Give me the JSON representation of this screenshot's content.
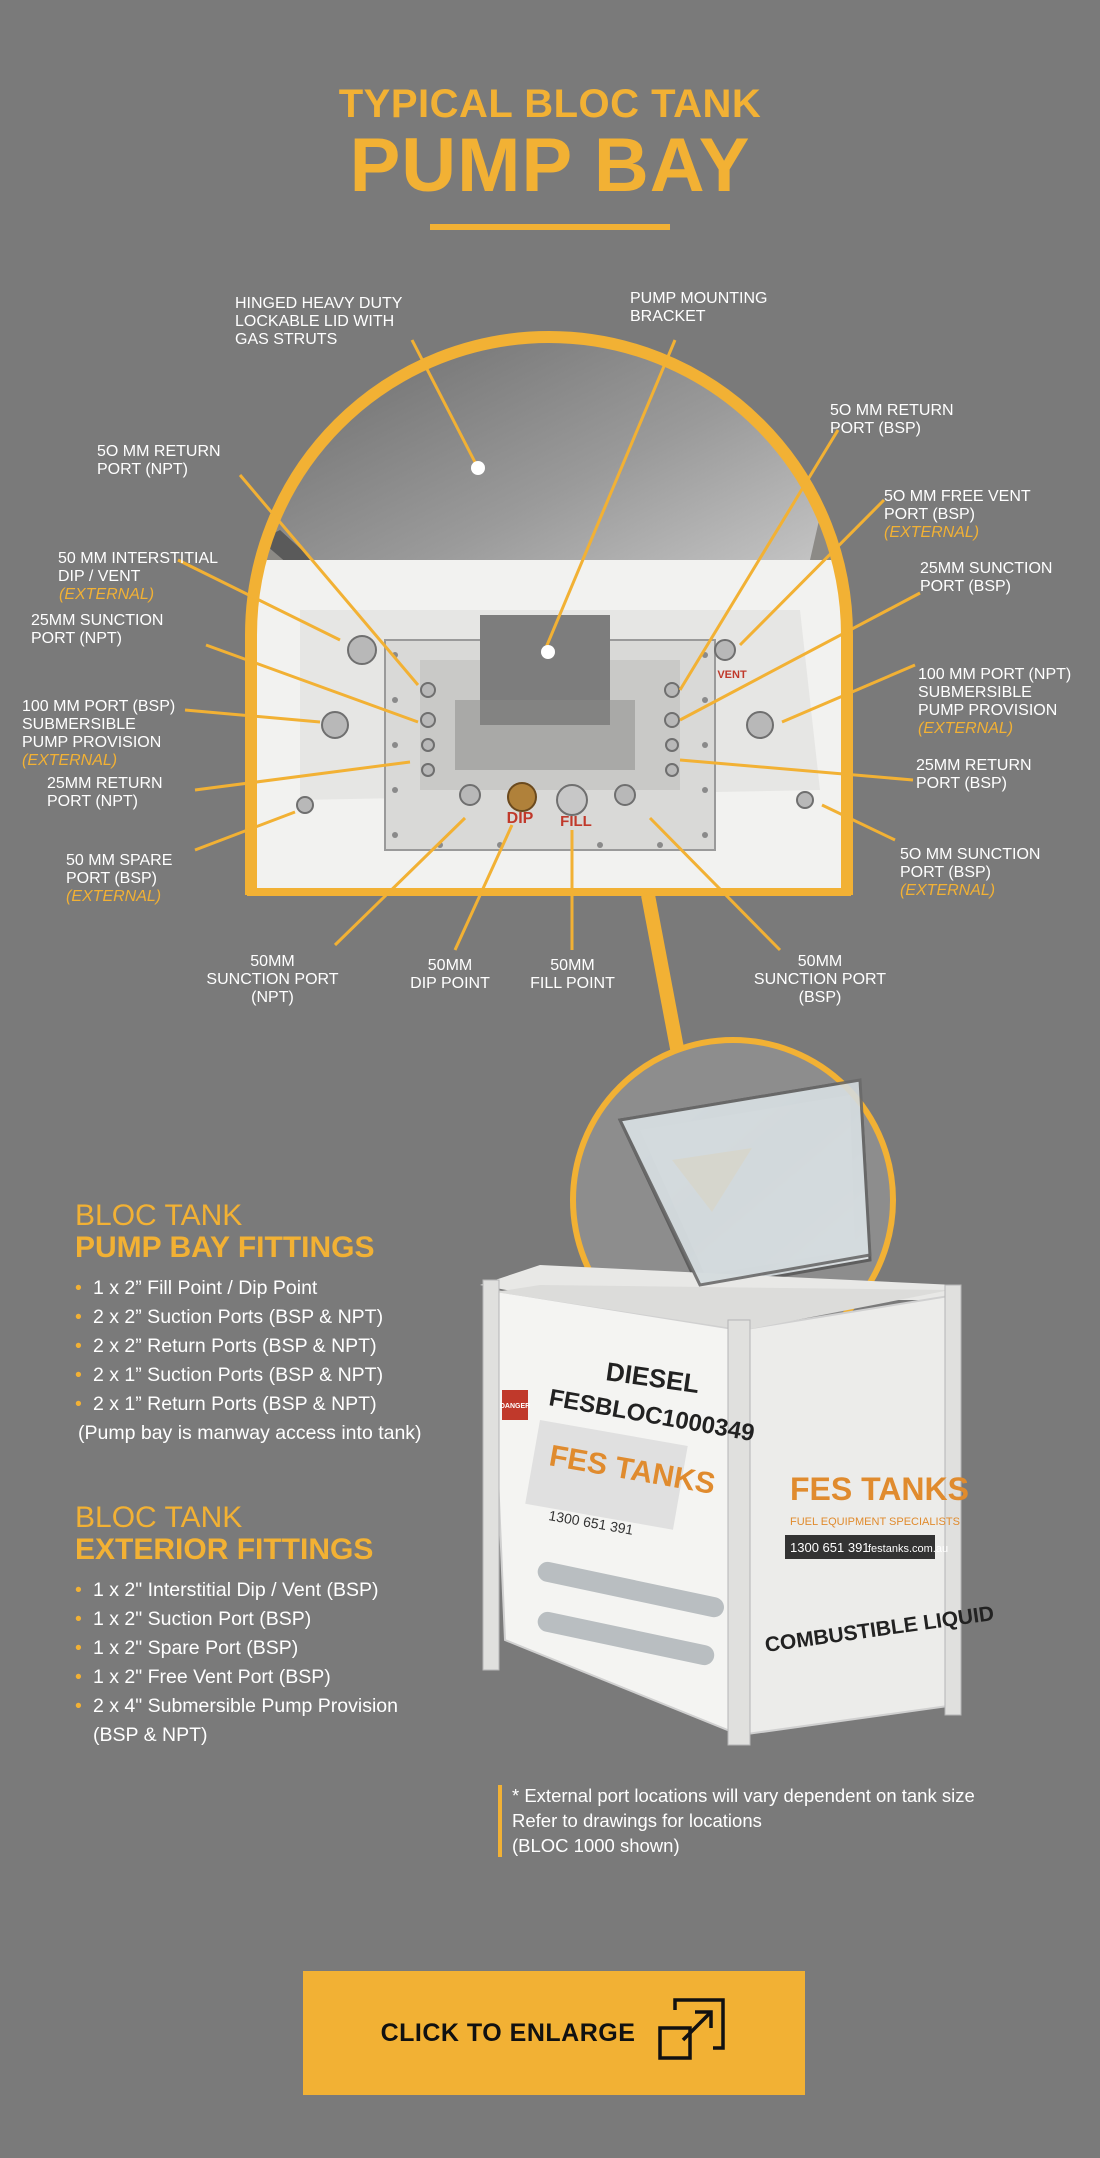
{
  "header": {
    "title_top": "TYPICAL BLOC TANK",
    "title_main": "PUMP BAY"
  },
  "callouts": {
    "lid": "HINGED HEAVY DUTY\nLOCKABLE LID WITH\nGAS STRUTS",
    "bracket": "PUMP MOUNTING\nBRACKET",
    "return_npt_50": "5O MM RETURN\nPORT (NPT)",
    "return_bsp_50": "5O MM RETURN\nPORT (BSP)",
    "interstitial": "50 MM INTERSTITIAL\nDIP / VENT",
    "interstitial_ext": "(EXTERNAL)",
    "free_vent": "5O MM FREE VENT\nPORT (BSP)",
    "free_vent_ext": "(EXTERNAL)",
    "suction_npt_25": "25MM SUNCTION\nPORT (NPT)",
    "suction_bsp_25": "25MM SUNCTION\nPORT (BSP)",
    "port_bsp_100": "100 MM PORT (BSP)\nSUBMERSIBLE\nPUMP PROVISION",
    "port_bsp_100_ext": "(EXTERNAL)",
    "port_npt_100": "100 MM PORT (NPT)\nSUBMERSIBLE\nPUMP PROVISION",
    "port_npt_100_ext": "(EXTERNAL)",
    "return_npt_25": "25MM RETURN\nPORT (NPT)",
    "return_bsp_25": "25MM RETURN\nPORT (BSP)",
    "spare": "50 MM SPARE\nPORT (BSP)",
    "spare_ext": "(EXTERNAL)",
    "suction_bsp_50_side": "5O MM SUNCTION\nPORT (BSP)",
    "suction_bsp_50_side_ext": "(EXTERNAL)",
    "suction_npt_50": "50MM\nSUNCTION PORT\n(NPT)",
    "dip_50": "50MM\nDIP POINT",
    "fill_50": "50MM\nFILL POINT",
    "suction_bsp_50_bottom": "50MM\nSUNCTION PORT\n(BSP)"
  },
  "tank_photo": {
    "dip_label": "DIP",
    "fill_label": "FILL",
    "vent_label": "VENT",
    "diesel": "DIESEL",
    "serial": "FESBLOC1000349",
    "brand": "FES TANKS",
    "brand_sub": "FUEL EQUIPMENT SPECIALISTS",
    "phone": "1300 651 391",
    "website": "festanks.com.au",
    "combustible": "COMBUSTIBLE LIQUID",
    "danger": "DANGER"
  },
  "pump_bay_fittings": {
    "title1": "BLOC TANK",
    "title2": "PUMP BAY FITTINGS",
    "items": [
      "1 x 2” Fill Point / Dip Point",
      "2 x 2” Suction Ports (BSP & NPT)",
      "2 x 2” Return  Ports (BSP & NPT)",
      "2 x 1” Suction Ports (BSP & NPT)",
      "2 x 1” Return Ports (BSP & NPT)"
    ],
    "note": "(Pump bay is manway access into tank)"
  },
  "exterior_fittings": {
    "title1": "BLOC TANK",
    "title2": "EXTERIOR FITTINGS",
    "items": [
      " 1 x 2\" Interstitial Dip / Vent (BSP)",
      " 1 x 2\" Suction Port (BSP)",
      " 1 x 2\" Spare Port (BSP)",
      " 1 x 2\" Free Vent Port (BSP)",
      " 2 x 4\" Submersible Pump Provision\n (BSP & NPT)"
    ]
  },
  "footnote": "* External port locations will vary dependent on tank size\n   Refer to drawings for locations\n   (BLOC 1000 shown)",
  "cta": {
    "label": "CLICK TO ENLARGE",
    "icon": "enlarge-icon"
  },
  "colors": {
    "accent": "#f2b134",
    "background": "#7a7a7a"
  }
}
